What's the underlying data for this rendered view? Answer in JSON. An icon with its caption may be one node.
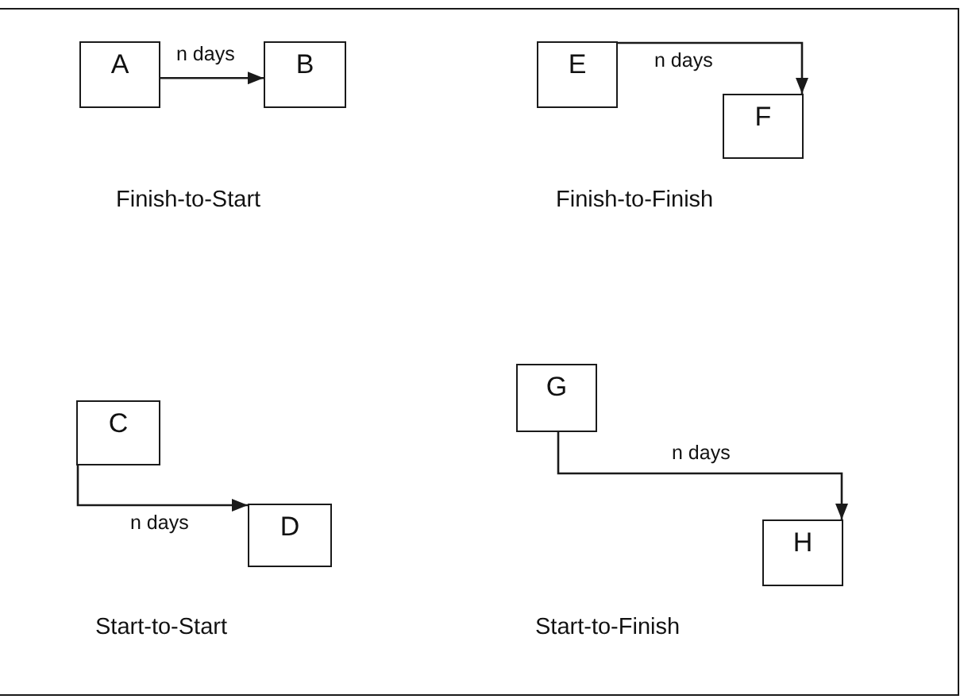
{
  "diagram": {
    "nodes": [
      {
        "text": [
          "A"
        ]
      },
      {
        "text": [
          "B"
        ]
      },
      {
        "text": [
          "E"
        ]
      },
      {
        "text": [
          "F"
        ]
      },
      {
        "text": [
          "C"
        ]
      },
      {
        "text": [
          "D"
        ]
      },
      {
        "text": [
          "G"
        ]
      },
      {
        "text": [
          "H"
        ]
      }
    ],
    "edges": [
      {
        "from": 0,
        "to": 1,
        "arrow": "to",
        "label": "n days"
      },
      {
        "from": 2,
        "to": 3,
        "arrow": "to",
        "label": "n days"
      },
      {
        "from": 4,
        "to": 5,
        "arrow": "to",
        "label": "n days"
      },
      {
        "from": 6,
        "to": 7,
        "arrow": "to",
        "label": "n days"
      }
    ],
    "labels": [
      "Finish-to-Start",
      "Finish-to-Finish",
      "Start-to-Start",
      "Start-to-Finish"
    ]
  }
}
